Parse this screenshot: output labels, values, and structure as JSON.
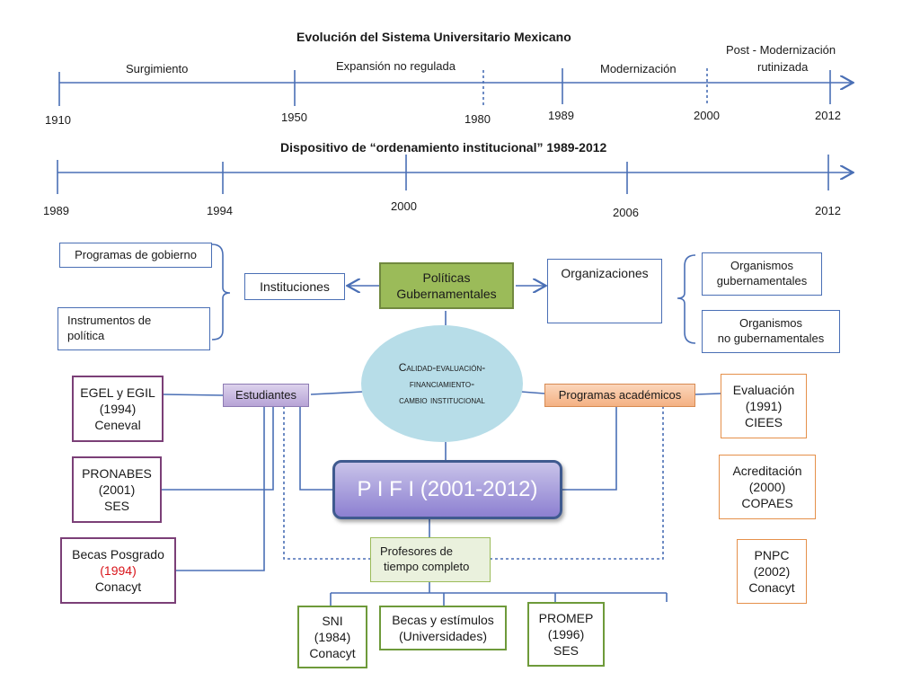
{
  "timeline1": {
    "title": "Evolución del Sistema Universitario Mexicano",
    "periods": [
      "Surgimiento",
      "Expansión no regulada",
      "Modernización",
      "Post - Modernización",
      "rutinizada"
    ],
    "years": [
      "1910",
      "1950",
      "1980",
      "1989",
      "2000",
      "2012"
    ]
  },
  "timeline2": {
    "title": "Dispositivo de “ordenamiento institucional” 1989-2012",
    "years": [
      "1989",
      "1994",
      "2000",
      "2006",
      "2012"
    ]
  },
  "center": {
    "politicas": [
      "Políticas",
      "Gubernamentales"
    ],
    "instituciones": "Instituciones",
    "organizaciones": "Organizaciones",
    "programas_gobierno": "Programas de gobierno",
    "instrumentos": [
      "Instrumentos de",
      "política"
    ],
    "org_gub": [
      "Organismos",
      "gubernamentales"
    ],
    "org_nogub": [
      "Organismos",
      "no gubernamentales"
    ],
    "calidad": [
      "Calidad-evaluación-",
      "financiamiento-",
      "cambio institucional"
    ],
    "estudiantes": "Estudiantes",
    "programas_academicos": "Programas académicos",
    "pifi": "P I F I (2001-2012)",
    "profesores": [
      "Profesores de",
      "tiempo completo"
    ]
  },
  "left_boxes": {
    "egel": [
      "EGEL y EGIL",
      "(1994)",
      "Ceneval"
    ],
    "pronabes": [
      "PRONABES",
      "(2001)",
      "SES"
    ],
    "becas_posgrado": [
      "Becas Posgrado",
      "(1994)",
      "Conacyt"
    ]
  },
  "right_boxes": {
    "evaluacion": [
      "Evaluación",
      "(1991)",
      "CIEES"
    ],
    "acreditacion": [
      "Acreditación",
      "(2000)",
      "COPAES"
    ],
    "pnpc": [
      "PNPC",
      "(2002)",
      "Conacyt"
    ]
  },
  "bottom_boxes": {
    "sni": [
      "SNI",
      "(1984)",
      "Conacyt"
    ],
    "becas_estimulos": [
      "Becas y estímulos",
      "(Universidades)"
    ],
    "promep": [
      "PROMEP",
      "(1996)",
      "SES"
    ]
  },
  "colors": {
    "line": "#4a6fb5",
    "purple_border": "#7b3f77",
    "orange_border": "#e5904a",
    "green_border": "#6e9a3a",
    "red_text": "#d9151b"
  }
}
